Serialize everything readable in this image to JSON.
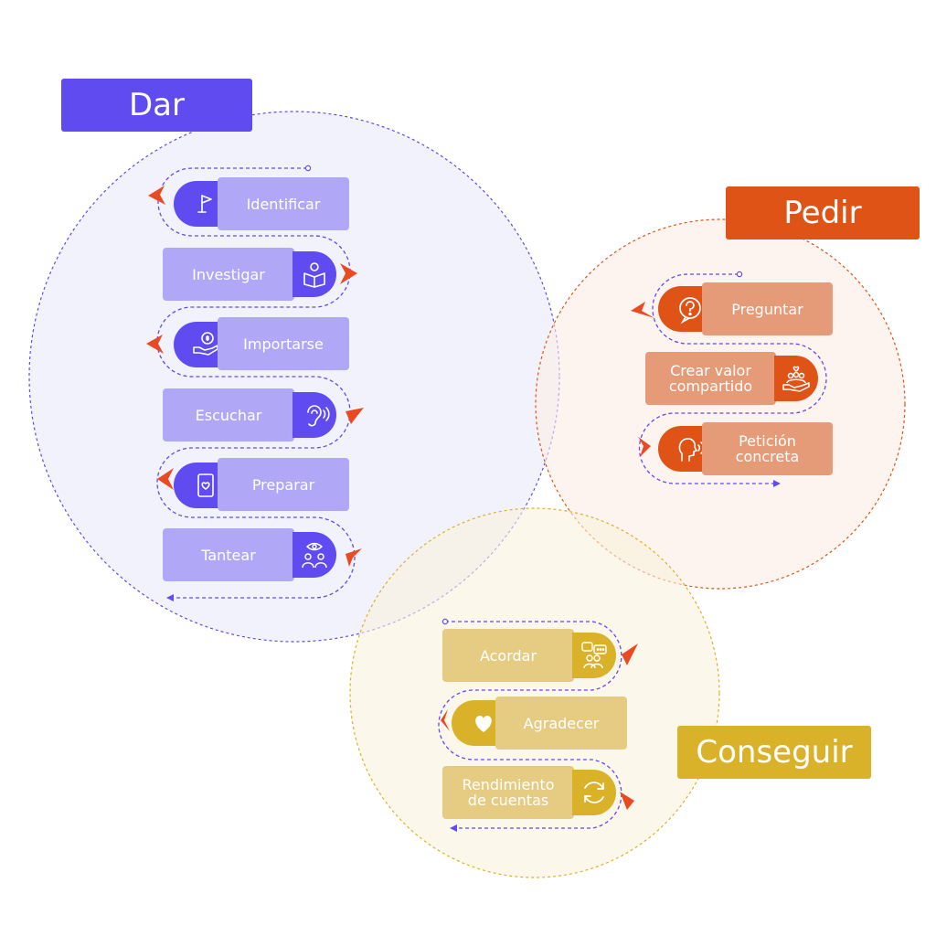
{
  "colors": {
    "dar": "#5f4bf0",
    "dar_light": "#b0a8f6",
    "pedir": "#e05316",
    "pedir_light": "#e69b78",
    "conseguir": "#d9b22a",
    "conseguir_light": "#e5cc82",
    "accent": "#ea4a22"
  },
  "groups": {
    "dar": {
      "title": "Dar",
      "items": [
        {
          "label": "Identificar",
          "icon": "flag-icon"
        },
        {
          "label": "Investigar",
          "icon": "reading-person-icon"
        },
        {
          "label": "Importarse",
          "icon": "money-hand-icon"
        },
        {
          "label": "Escuchar",
          "icon": "ear-icon"
        },
        {
          "label": "Preparar",
          "icon": "scroll-heart-icon"
        },
        {
          "label": "Tantear",
          "icon": "people-eye-icon"
        }
      ]
    },
    "pedir": {
      "title": "Pedir",
      "items": [
        {
          "label": "Preguntar",
          "icon": "question-bubble-icon"
        },
        {
          "label": "Crear valor compartido",
          "icon": "hand-people-icon"
        },
        {
          "label": "Petición concreta",
          "icon": "speaking-head-icon"
        }
      ]
    },
    "conseguir": {
      "title": "Conseguir",
      "items": [
        {
          "label": "Acordar",
          "icon": "chat-people-icon"
        },
        {
          "label": "Agradecer",
          "icon": "heart-icon"
        },
        {
          "label": "Rendimiento de cuentas",
          "icon": "refresh-icon"
        }
      ]
    }
  }
}
